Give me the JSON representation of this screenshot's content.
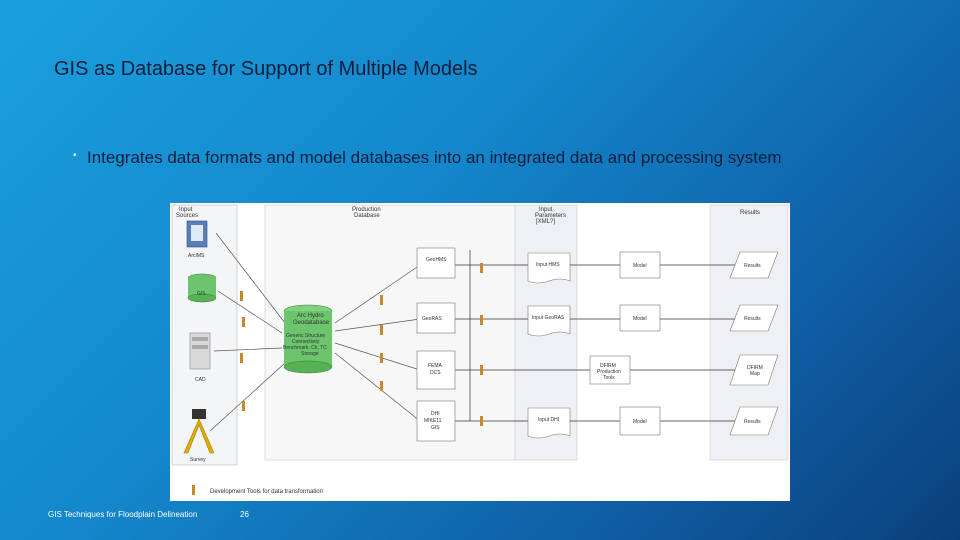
{
  "slide": {
    "title": "GIS as Database for Support of Multiple Models",
    "bullet": "Integrates data formats and model databases into an integrated data and processing system",
    "footer": "GIS Techniques for Floodplain Delineation",
    "page_number": "26"
  },
  "diagram": {
    "input_sources_header": "Input Sources",
    "production_header": "Production Database",
    "input_params_header": "Input Parameters [XML?]",
    "results_header": "Results",
    "sources": [
      "ArcIMS",
      "GIS",
      "CAD",
      "Survey"
    ],
    "geodatabase": {
      "title": "Arc Hydro Geodatabase",
      "notes": [
        "Generic Structure",
        "Connectivity",
        "Benchmark, Ch, TC",
        "Storage"
      ]
    },
    "models": [
      "GeoHMS",
      "GeoRAS",
      "FEMA DCS",
      "DHI MIKE11 GIS"
    ],
    "input_docs": [
      "Input HMS",
      "Input GeoRAS",
      "",
      "Input DHI"
    ],
    "model_boxes": [
      "Model",
      "Model",
      "DFIRM Production Tools",
      "Model"
    ],
    "results": [
      "Results",
      "Results",
      "DFIRM Map",
      "Results"
    ],
    "legend": "Development Tools for data transformation"
  }
}
